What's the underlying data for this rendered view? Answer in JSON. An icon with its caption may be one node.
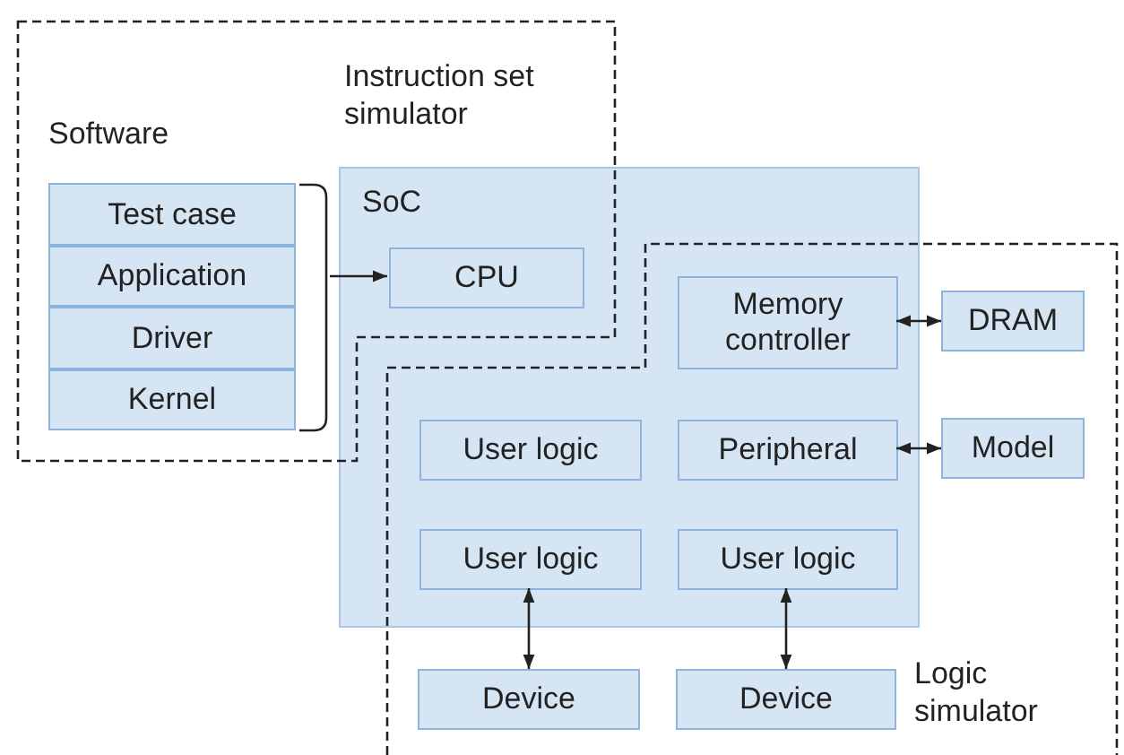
{
  "diagram": {
    "nodes": [
      {
        "text": [
          "Software"
        ]
      },
      {
        "text": [
          "Test case"
        ],
        "in": 0
      },
      {
        "text": [
          "Application"
        ],
        "in": 0
      },
      {
        "text": [
          "Driver"
        ],
        "in": 0
      },
      {
        "text": [
          "Kernel"
        ],
        "in": 0
      },
      {
        "text": [
          "SoC"
        ]
      },
      {
        "text": [
          "CPU"
        ],
        "in": 5
      },
      {
        "text": [
          "Memory controller"
        ],
        "in": 5
      },
      {
        "text": [
          "DRAM"
        ]
      },
      {
        "text": [
          "User logic"
        ],
        "in": 5
      },
      {
        "text": [
          "Peripheral"
        ],
        "in": 5
      },
      {
        "text": [
          "Model"
        ]
      },
      {
        "text": [
          "User logic"
        ],
        "in": 5
      },
      {
        "text": [
          "User logic"
        ],
        "in": 5
      },
      {
        "text": [
          "Device"
        ]
      },
      {
        "text": [
          "Device"
        ]
      }
    ],
    "edges": [
      {
        "from": 0,
        "to": 6,
        "arrow": "to"
      },
      {
        "from": 7,
        "to": 8,
        "arrow": "both"
      },
      {
        "from": 10,
        "to": 11,
        "arrow": "both"
      },
      {
        "from": 12,
        "to": 14,
        "arrow": "both"
      },
      {
        "from": 13,
        "to": 15,
        "arrow": "both"
      }
    ],
    "labels": [
      "Instruction set simulator",
      "Logic simulator"
    ]
  }
}
